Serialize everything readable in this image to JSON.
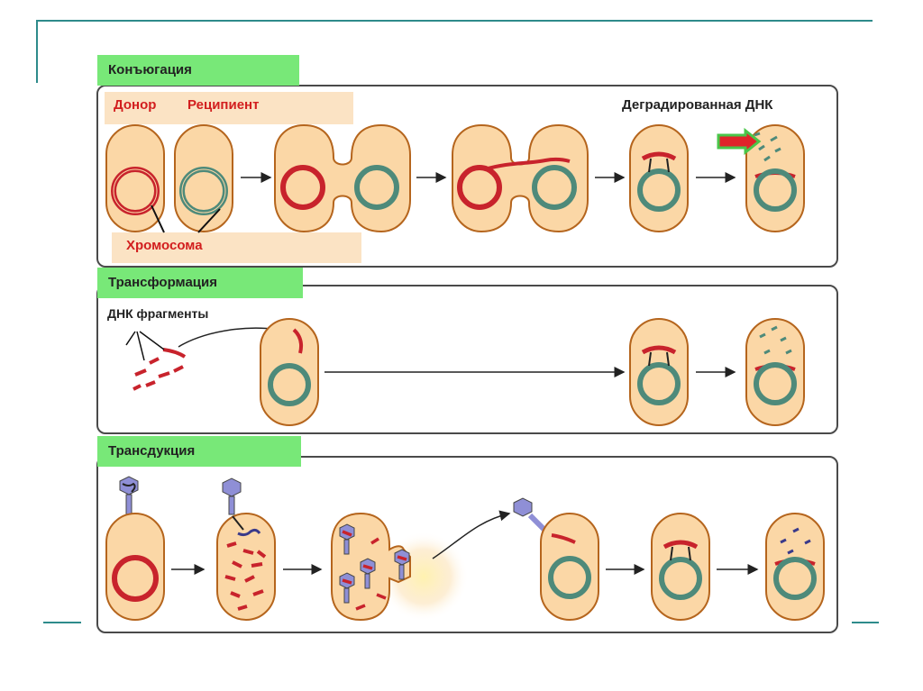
{
  "sections": {
    "conjugation": {
      "title": "Конъюгация",
      "donor": "Донор",
      "recipient": "Реципиент",
      "chromosome": "Хромосома",
      "degraded_dna": "Деградированная ДНК"
    },
    "transformation": {
      "title": "Трансформация",
      "dna_fragments": "ДНК фрагменты"
    },
    "transduction": {
      "title": "Трансдукция"
    }
  },
  "colors": {
    "cell_fill": "#fbd7a6",
    "cell_stroke": "#b5651d",
    "donor_dna": "#c8232c",
    "recipient_dna": "#4e8a7a",
    "phage": "#8f8fd6",
    "label_green": "#78e878",
    "accent_teal": "#2e8b8b"
  }
}
